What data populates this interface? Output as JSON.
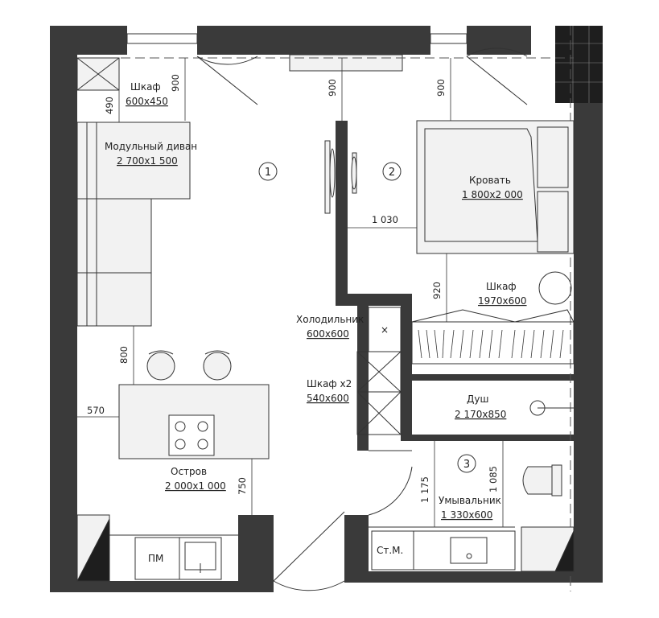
{
  "rooms": [
    {
      "number": "1"
    },
    {
      "number": "2"
    },
    {
      "number": "3"
    }
  ],
  "furniture": {
    "wardrobe_entry": {
      "name": "Шкаф",
      "size": "600x450"
    },
    "sofa": {
      "name": "Модульный диван",
      "size": "2 700x1 500"
    },
    "bed": {
      "name": "Кровать",
      "size": "1 800x2 000"
    },
    "wardrobe_bedroom": {
      "name": "Шкаф",
      "size": "1970x600"
    },
    "fridge": {
      "name": "Холодильник",
      "size": "600x600",
      "mark": "×"
    },
    "wardrobe_double": {
      "name": "Шкаф x2",
      "size": "540x600"
    },
    "shower": {
      "name": "Душ",
      "size": "2 170x850"
    },
    "island": {
      "name": "Остров",
      "size": "2 000x1 000"
    },
    "washbasin": {
      "name": "Умывальник",
      "size": "1 330x600"
    },
    "dishwasher": {
      "label": "ПМ"
    },
    "washing_machine": {
      "label": "Ст.М."
    }
  },
  "dimensions": {
    "d900_left": "900",
    "d490": "490",
    "d900_mid": "900",
    "d900_right": "900",
    "d1030": "1 030",
    "d920": "920",
    "d800": "800",
    "d570": "570",
    "d750": "750",
    "d1175": "1 175",
    "d1085": "1 085"
  },
  "colors": {
    "wall": "#3a3a3a",
    "line": "#333333",
    "fill": "#f2f2f2",
    "dark_block": "#1e1e1e"
  }
}
